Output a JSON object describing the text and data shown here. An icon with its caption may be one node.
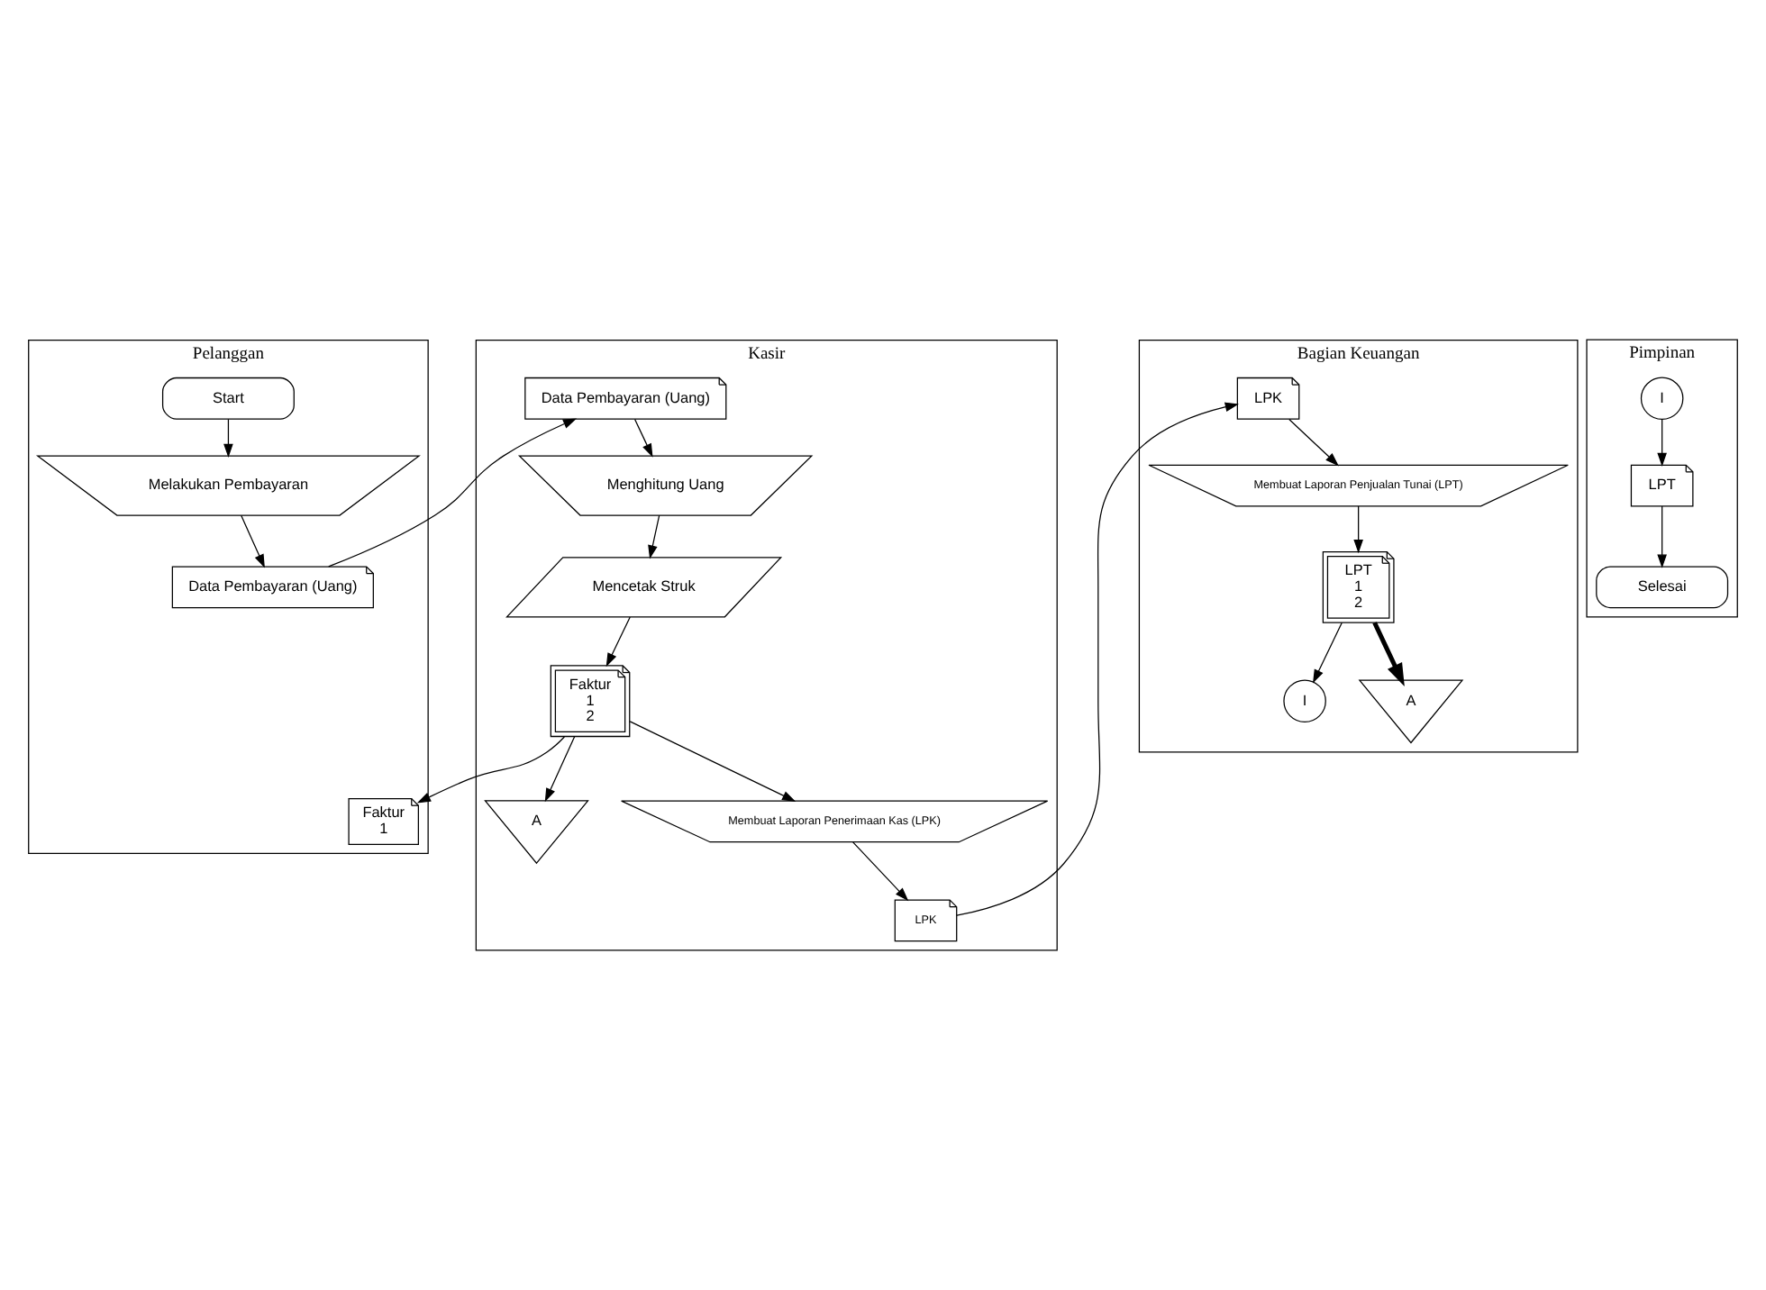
{
  "diagram": {
    "nodes": [
      {
        "text": [
          "Pelanggan"
        ]
      },
      {
        "text": [
          "Kasir"
        ]
      },
      {
        "text": [
          "Bagian Keuangan"
        ]
      },
      {
        "text": [
          "Pimpinan"
        ]
      },
      {
        "text": [
          "Start"
        ],
        "in": 0
      },
      {
        "text": [
          "Melakukan Pembayaran"
        ],
        "in": 0
      },
      {
        "text": [
          "Data Pembayaran (Uang)"
        ],
        "in": 0
      },
      {
        "text": [
          "Faktur",
          "1"
        ],
        "in": 0
      },
      {
        "text": [
          "Data Pembayaran (Uang)"
        ],
        "in": 1
      },
      {
        "text": [
          "Menghitung Uang"
        ],
        "in": 1
      },
      {
        "text": [
          "Mencetak Struk"
        ],
        "in": 1
      },
      {
        "text": [
          "Faktur",
          "1",
          "2"
        ],
        "in": 1
      },
      {
        "text": [
          "A"
        ],
        "in": 1
      },
      {
        "text": [
          "Membuat Laporan Penerimaan Kas (LPK)"
        ],
        "in": 1
      },
      {
        "text": [
          "LPK"
        ],
        "in": 1
      },
      {
        "text": [
          "LPK"
        ],
        "in": 2
      },
      {
        "text": [
          "Membuat Laporan Penjualan Tunai (LPT)"
        ],
        "in": 2
      },
      {
        "text": [
          "LPT",
          "1",
          "2"
        ],
        "in": 2
      },
      {
        "text": [
          "I"
        ],
        "in": 2
      },
      {
        "text": [
          "A"
        ],
        "in": 2
      },
      {
        "text": [
          "I"
        ],
        "in": 3
      },
      {
        "text": [
          "LPT"
        ],
        "in": 3
      },
      {
        "text": [
          "Selesai"
        ],
        "in": 3
      }
    ],
    "edges": [
      {
        "from": 4,
        "to": 5,
        "arrow": "to"
      },
      {
        "from": 5,
        "to": 6,
        "arrow": "to"
      },
      {
        "from": 6,
        "to": 8,
        "arrow": "to"
      },
      {
        "from": 8,
        "to": 9,
        "arrow": "to"
      },
      {
        "from": 9,
        "to": 10,
        "arrow": "to"
      },
      {
        "from": 10,
        "to": 11,
        "arrow": "to"
      },
      {
        "from": 11,
        "to": 7,
        "arrow": "to"
      },
      {
        "from": 11,
        "to": 12,
        "arrow": "to"
      },
      {
        "from": 11,
        "to": 13,
        "arrow": "to"
      },
      {
        "from": 13,
        "to": 14,
        "arrow": "to"
      },
      {
        "from": 14,
        "to": 15,
        "arrow": "to"
      },
      {
        "from": 15,
        "to": 16,
        "arrow": "to"
      },
      {
        "from": 16,
        "to": 17,
        "arrow": "to"
      },
      {
        "from": 17,
        "to": 18,
        "arrow": "to"
      },
      {
        "from": 17,
        "to": 19,
        "arrow": "to",
        "style": "thick"
      },
      {
        "from": 20,
        "to": 21,
        "arrow": "to"
      },
      {
        "from": 21,
        "to": 22,
        "arrow": "to"
      }
    ]
  }
}
